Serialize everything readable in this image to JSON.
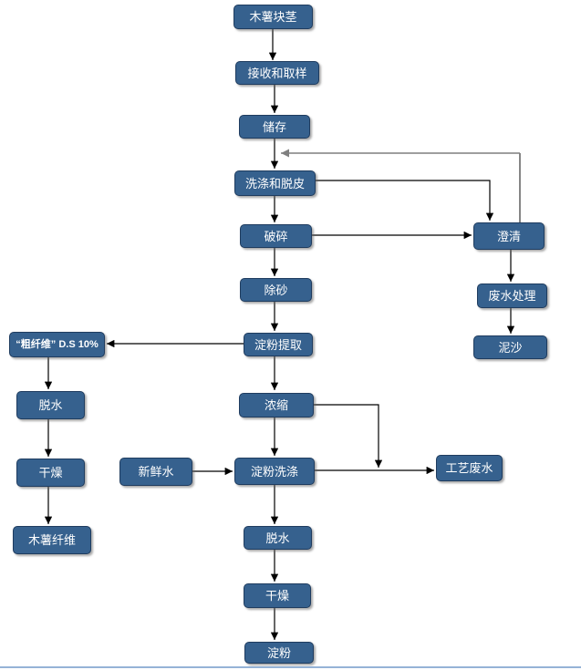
{
  "colors": {
    "node-fill": "#36618E",
    "node-border": "#1F3C5F",
    "node-text": "#FFFFFF",
    "connector": "#000000",
    "recycle-line": "#7F7F7F",
    "recycle-line-dark": "#5E5E5E",
    "bottom-rule": "#95B3D7",
    "canvas-bg": "#FFFFFF"
  },
  "nodes": {
    "cassava_tubers": {
      "label": "木薯块茎"
    },
    "receiving_sampling": {
      "label": "接收和取样"
    },
    "storage": {
      "label": "储存"
    },
    "washing_peeling": {
      "label": "洗涤和脱皮"
    },
    "crushing": {
      "label": "破碎"
    },
    "sand_removal": {
      "label": "除砂"
    },
    "starch_extraction": {
      "label": "淀粉提取"
    },
    "crude_fiber": {
      "label": "“粗纤维” D.S 10%"
    },
    "concentration": {
      "label": "浓缩"
    },
    "starch_washing": {
      "label": "淀粉洗涤"
    },
    "fresh_water": {
      "label": "新鲜水"
    },
    "process_wastewater": {
      "label": "工艺废水"
    },
    "dewatering_main": {
      "label": "脱水"
    },
    "drying_main": {
      "label": "干燥"
    },
    "starch": {
      "label": "淀粉"
    },
    "dewatering_left": {
      "label": "脱水"
    },
    "drying_left": {
      "label": "干燥"
    },
    "cassava_fiber": {
      "label": "木薯纤维"
    },
    "clarification": {
      "label": "澄清"
    },
    "wastewater_treatment": {
      "label": "废水处理"
    },
    "sediment": {
      "label": "泥沙"
    }
  },
  "edges": [
    {
      "from": "cassava_tubers",
      "to": "receiving_sampling"
    },
    {
      "from": "receiving_sampling",
      "to": "storage"
    },
    {
      "from": "storage",
      "to": "washing_peeling"
    },
    {
      "from": "washing_peeling",
      "to": "crushing"
    },
    {
      "from": "washing_peeling",
      "to": "clarification"
    },
    {
      "from": "crushing",
      "to": "sand_removal"
    },
    {
      "from": "crushing",
      "to": "clarification"
    },
    {
      "from": "sand_removal",
      "to": "starch_extraction"
    },
    {
      "from": "starch_extraction",
      "to": "crude_fiber"
    },
    {
      "from": "starch_extraction",
      "to": "concentration"
    },
    {
      "from": "crude_fiber",
      "to": "dewatering_left"
    },
    {
      "from": "dewatering_left",
      "to": "drying_left"
    },
    {
      "from": "drying_left",
      "to": "cassava_fiber"
    },
    {
      "from": "concentration",
      "to": "starch_washing"
    },
    {
      "from": "concentration",
      "to": "process_wastewater"
    },
    {
      "from": "fresh_water",
      "to": "starch_washing"
    },
    {
      "from": "starch_washing",
      "to": "process_wastewater"
    },
    {
      "from": "starch_washing",
      "to": "dewatering_main"
    },
    {
      "from": "dewatering_main",
      "to": "drying_main"
    },
    {
      "from": "drying_main",
      "to": "starch"
    },
    {
      "from": "clarification",
      "to": "washing_peeling"
    },
    {
      "from": "clarification",
      "to": "wastewater_treatment"
    },
    {
      "from": "wastewater_treatment",
      "to": "sediment"
    }
  ]
}
